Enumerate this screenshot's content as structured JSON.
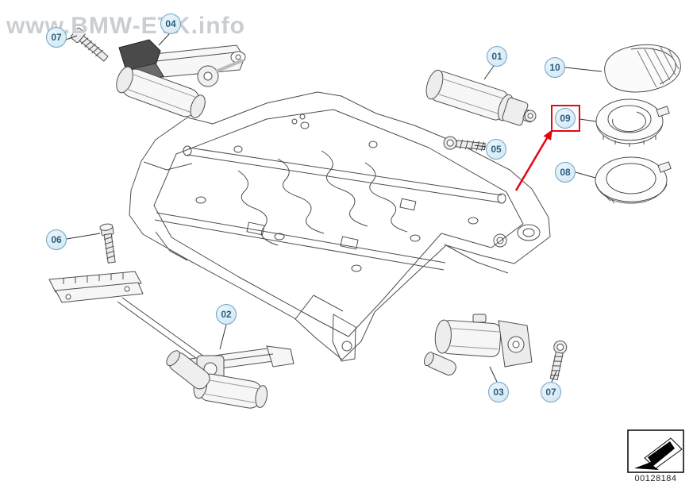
{
  "page": {
    "background": "#ffffff",
    "watermark": "www.BMW-ETK.info",
    "diagram_number": "00128184"
  },
  "colors": {
    "highlight": "#e30613",
    "callout_fill": "#d6eaf5",
    "callout_border": "#74a3c0",
    "callout_text": "#2a5d7f",
    "drawing_line": "#4d4d4d"
  },
  "callouts": [
    {
      "label": "07"
    },
    {
      "label": "04"
    },
    {
      "label": "01"
    },
    {
      "label": "10"
    },
    {
      "label": "09",
      "highlighted": true
    },
    {
      "label": "05"
    },
    {
      "label": "08"
    },
    {
      "label": "06"
    },
    {
      "label": "02"
    },
    {
      "label": "03"
    },
    {
      "label": "07"
    }
  ],
  "icons": {
    "corner_icon": "direction-arrow-icon"
  }
}
